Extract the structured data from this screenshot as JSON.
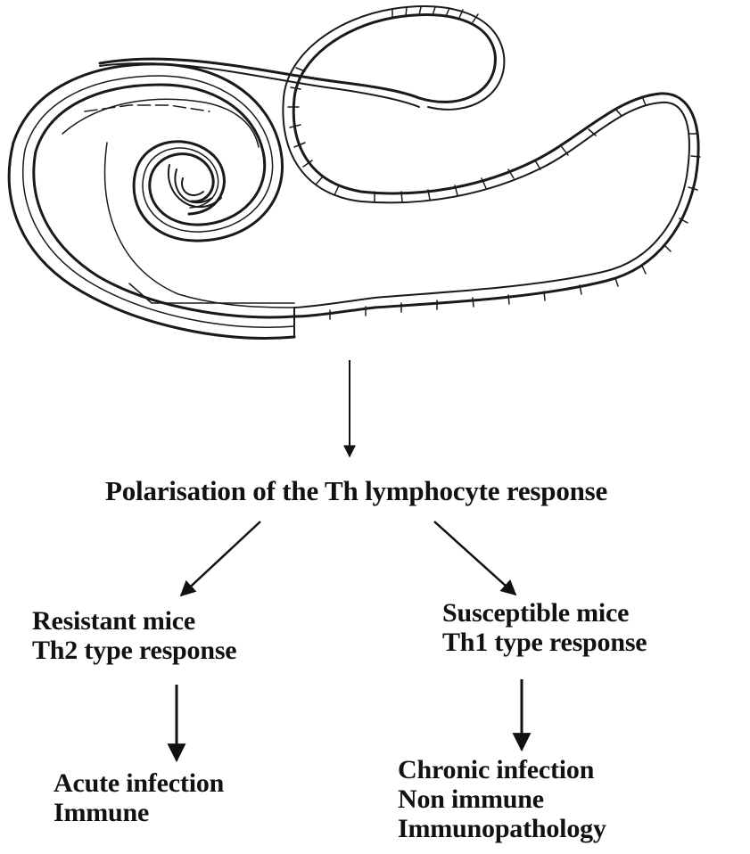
{
  "diagram": {
    "title": "Polarisation of the Th lymphocyte response",
    "left_branch": {
      "group": "Resistant mice",
      "response": "Th2 type response",
      "outcomes": [
        "Acute infection",
        "Immune"
      ]
    },
    "right_branch": {
      "group": "Susceptible mice",
      "response": "Th1 type response",
      "outcomes": [
        "Chronic infection",
        "Non immune",
        "Immunopathology"
      ]
    },
    "image": {
      "icon": "nematode-worm-illustration"
    },
    "colors": {
      "ink": "#111111",
      "background": "#ffffff"
    }
  }
}
